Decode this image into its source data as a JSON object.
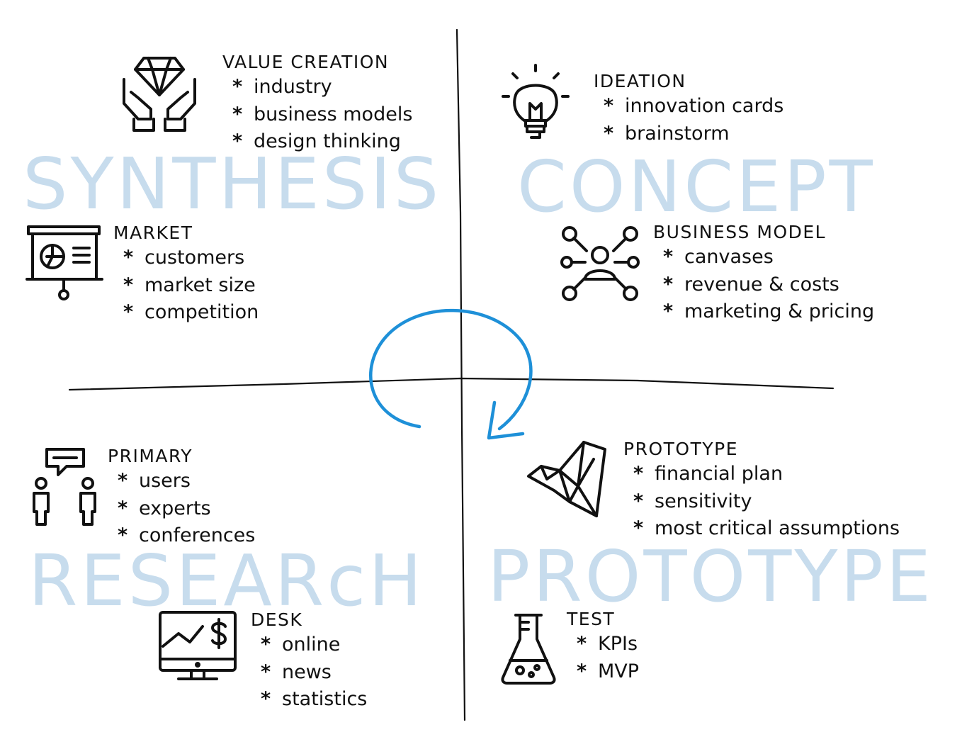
{
  "watermarks": {
    "top_left": "SYNTHESIS",
    "top_right": "CONCEPT",
    "bottom_left": "RESEARcH",
    "bottom_right": "PROTOTYPE"
  },
  "bullet_marker": "*",
  "blocks": {
    "value_creation": {
      "title": "VALUE CREATION",
      "items": [
        "industry",
        "business models",
        "design thinking"
      ]
    },
    "market": {
      "title": "MARKET",
      "items": [
        "customers",
        "market size",
        "competition"
      ]
    },
    "ideation": {
      "title": "IDEATION",
      "items": [
        "innovation cards",
        "brainstorm"
      ]
    },
    "business_model": {
      "title": "BUSINESS MODEL",
      "items": [
        "canvases",
        "revenue & costs",
        "marketing & pricing"
      ]
    },
    "primary": {
      "title": "PRIMARY",
      "items": [
        "users",
        "experts",
        "conferences"
      ]
    },
    "desk": {
      "title": "DESK",
      "items": [
        "online",
        "news",
        "statistics"
      ]
    },
    "prototype": {
      "title": "PROTOTYPE",
      "items": [
        "financial plan",
        "sensitivity",
        "most critical assumptions"
      ]
    },
    "test": {
      "title": "TEST",
      "items": [
        "KPIs",
        "MVP"
      ]
    }
  },
  "icons": {
    "value_creation": "diamond-hands-icon",
    "market": "presentation-board-icon",
    "ideation": "lightbulb-icon",
    "business_model": "network-person-icon",
    "primary": "people-speech-icon",
    "desk": "monitor-chart-dollar-icon",
    "prototype": "origami-bird-icon",
    "test": "flask-icon"
  },
  "colors": {
    "ink": "#111111",
    "watermark": "#c7dced",
    "cycle_arrow": "#1e90d8"
  }
}
